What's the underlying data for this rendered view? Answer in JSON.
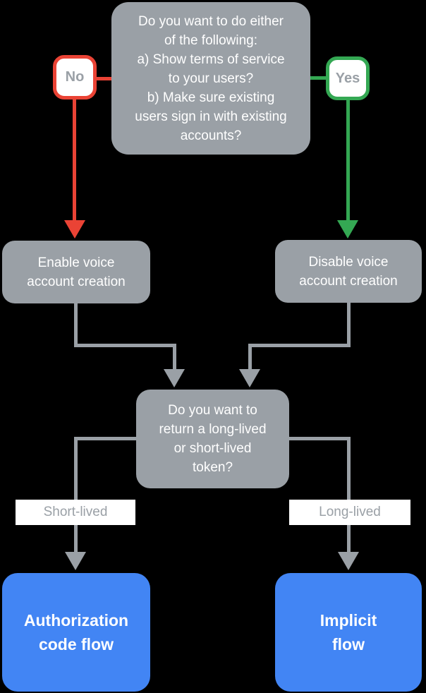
{
  "flowchart": {
    "question1": {
      "text": "Do you want to do either\nof the following:\na) Show terms of service\nto your users?\nb) Make sure existing\nusers sign in with existing\naccounts?"
    },
    "no_label": {
      "text": "No"
    },
    "yes_label": {
      "text": "Yes"
    },
    "enable_node": {
      "text": "Enable voice\naccount creation"
    },
    "disable_node": {
      "text": "Disable voice\naccount creation"
    },
    "question2": {
      "text": "Do you want to\nreturn a long-lived\nor short-lived\ntoken?"
    },
    "short_branch": {
      "text": "Short-lived"
    },
    "long_branch": {
      "text": "Long-lived"
    },
    "auth_node": {
      "text": "Authorization\ncode flow"
    },
    "implicit_node": {
      "text": "Implicit\nflow"
    }
  },
  "colors": {
    "node_gray": "#9AA0A6",
    "connector_gray": "#9AA0A6",
    "no_red": "#EA4335",
    "yes_green": "#34A853",
    "result_blue": "#4285F4",
    "node_text": "#FFFFFF",
    "label_text": "#9AA0A6",
    "background": "#000000"
  }
}
